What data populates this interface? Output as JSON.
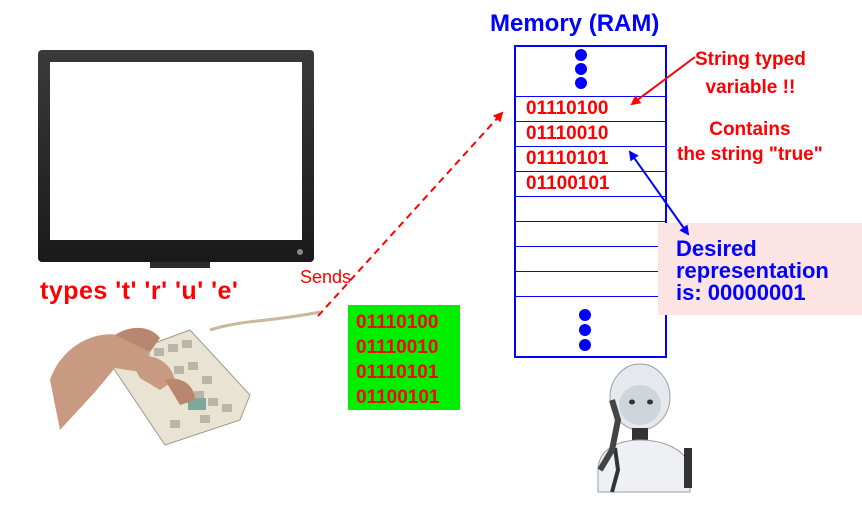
{
  "title": "Memory (RAM)",
  "typed_label": "types 't' 'r' 'u' 'e'",
  "sends_label": "Sends",
  "annotation_type": [
    "String typed",
    "variable !!"
  ],
  "annotation_contains": [
    "Contains",
    "the string \"true\""
  ],
  "annotation_desired": [
    "Desired",
    "representation",
    "is: 00000001"
  ],
  "sent_bits": [
    "01110100",
    "01110010",
    "01110101",
    "01100101"
  ],
  "memory_cells": [
    "01110100",
    "01110010",
    "01110101",
    "01100101"
  ],
  "colors": {
    "text_red": "#ff0000",
    "memory_blue": "#0000ff",
    "bits_bg": "#00ee00",
    "desired_bg": "#fde4e4"
  },
  "icons": [
    "computer-monitor",
    "hands-on-keyboard",
    "thinking-robot"
  ]
}
